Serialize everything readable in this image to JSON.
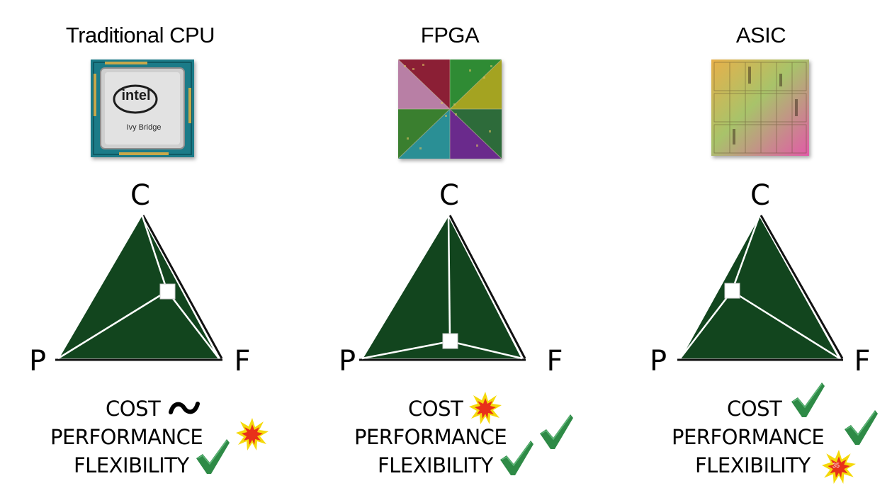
{
  "panels": [
    {
      "title": "Traditional CPU",
      "chip": {
        "brand": "intel",
        "model": "Ivy Bridge"
      },
      "vertices": {
        "top": "C",
        "left": "P",
        "right": "F"
      },
      "ratings": [
        {
          "label": "COST",
          "mark": "tilde-icon"
        },
        {
          "label": "PERFORMANCE",
          "mark": "burst-icon"
        },
        {
          "label": "FLEXIBILITY",
          "mark": "checkmark-icon"
        }
      ]
    },
    {
      "title": "FPGA",
      "vertices": {
        "top": "C",
        "left": "P",
        "right": "F"
      },
      "ratings": [
        {
          "label": "COST",
          "mark": "burst-icon"
        },
        {
          "label": "PERFORMANCE",
          "mark": "checkmark-icon"
        },
        {
          "label": "FLEXIBILITY",
          "mark": "checkmark-icon"
        }
      ]
    },
    {
      "title": "ASIC",
      "vertices": {
        "top": "C",
        "left": "P",
        "right": "F"
      },
      "ratings": [
        {
          "label": "COST",
          "mark": "checkmark-icon"
        },
        {
          "label": "PERFORMANCE",
          "mark": "checkmark-icon"
        },
        {
          "label": "FLEXIBILITY",
          "mark": "burst-icon"
        }
      ]
    }
  ],
  "page_number": "35",
  "colors": {
    "triangle_fill": "#12451e",
    "check": "#2e8a46",
    "burst_outer": "#f5d90a",
    "burst_inner": "#e8301a",
    "cpu_substrate": "#1a7d8a",
    "cpu_lid": "#d8d8d8"
  }
}
